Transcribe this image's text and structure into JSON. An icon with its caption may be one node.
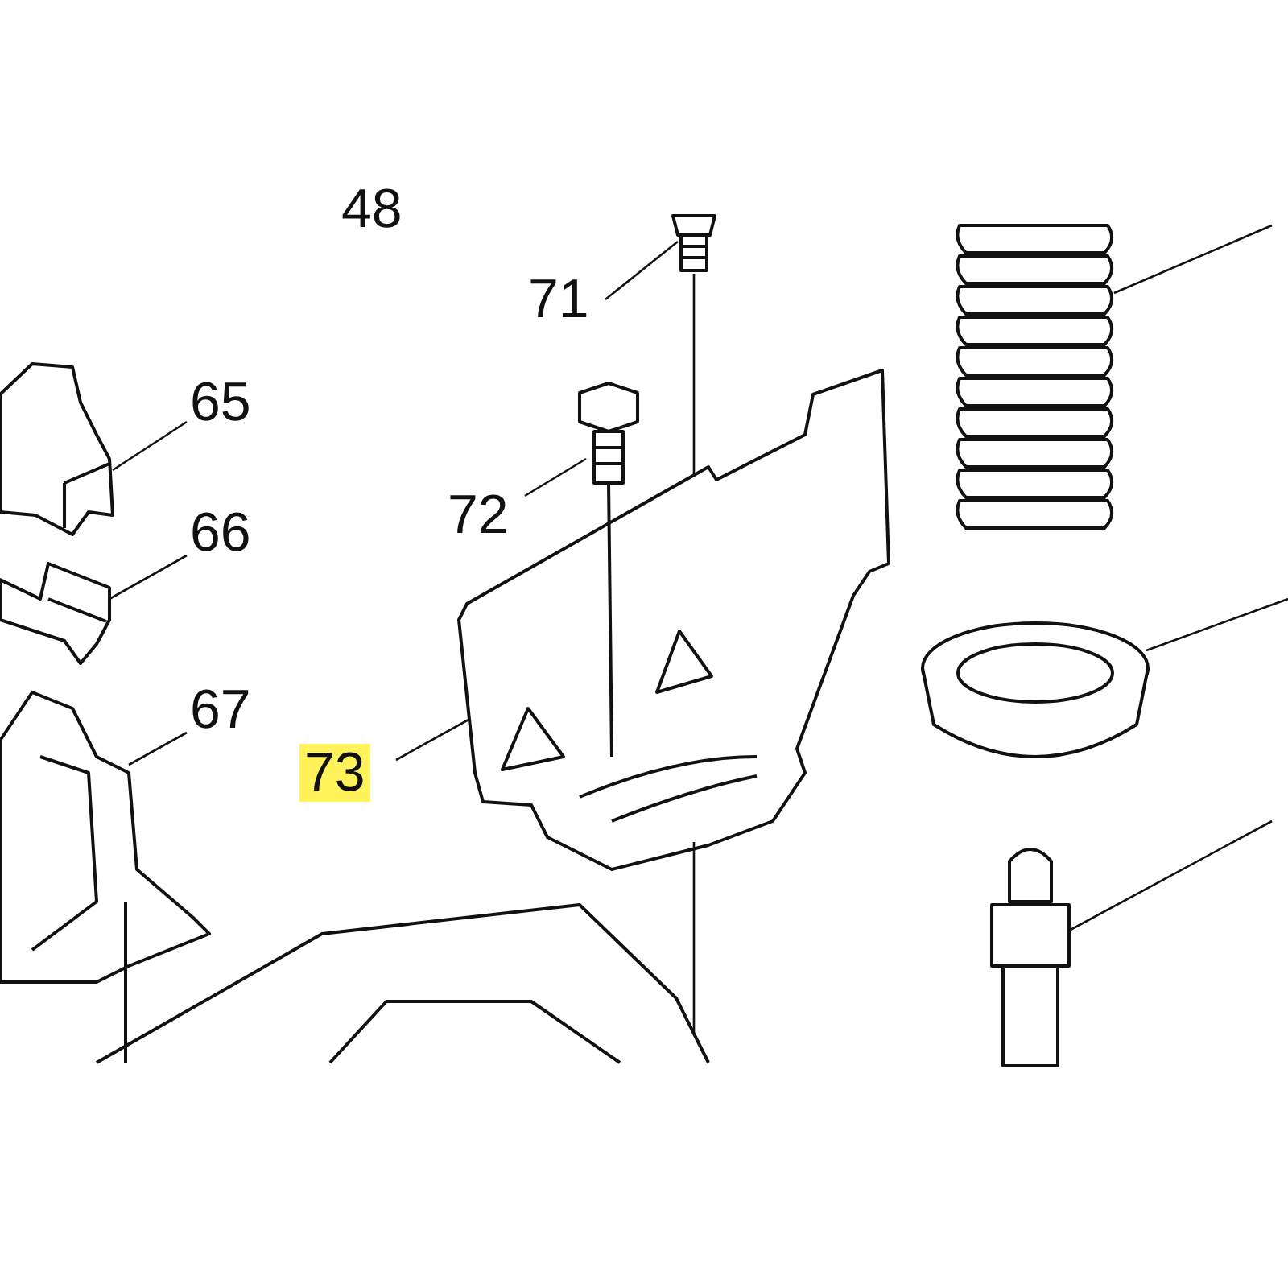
{
  "diagram": {
    "nodes": [
      {
        "text": [
          "71"
        ]
      },
      {
        "text": [],
        "shape": "picture"
      },
      {
        "text": [
          "65"
        ]
      },
      {
        "text": [],
        "shape": "picture"
      },
      {
        "text": [
          "66"
        ]
      },
      {
        "text": [],
        "shape": "picture"
      },
      {
        "text": [
          "72"
        ]
      },
      {
        "text": [],
        "shape": "picture"
      },
      {
        "text": [
          "67"
        ]
      },
      {
        "text": [],
        "shape": "picture"
      },
      {
        "text": [
          "73"
        ]
      },
      {
        "text": [],
        "shape": "picture"
      },
      {
        "text": [],
        "shape": "picture"
      },
      {
        "text": [],
        "shape": "picture"
      },
      {
        "text": [],
        "shape": "picture"
      },
      {
        "text": [],
        "shape": "picture"
      }
    ],
    "edges": [
      {
        "from": 0,
        "to": 1,
        "arrow": "none"
      },
      {
        "from": 2,
        "to": 3,
        "arrow": "none"
      },
      {
        "from": 4,
        "to": 5,
        "arrow": "none"
      },
      {
        "from": 6,
        "to": 7,
        "arrow": "none"
      },
      {
        "from": 8,
        "to": 9,
        "arrow": "none"
      },
      {
        "from": 10,
        "to": 11,
        "arrow": "none"
      },
      {
        "from": null,
        "to": 12,
        "arrow": "none"
      },
      {
        "from": null,
        "to": 13,
        "arrow": "none"
      },
      {
        "from": null,
        "to": 14,
        "arrow": "none"
      },
      {
        "from": 1,
        "to": 11,
        "arrow": "none"
      },
      {
        "from": 11,
        "to": 15,
        "arrow": "none"
      }
    ],
    "labels": [
      "48"
    ]
  }
}
